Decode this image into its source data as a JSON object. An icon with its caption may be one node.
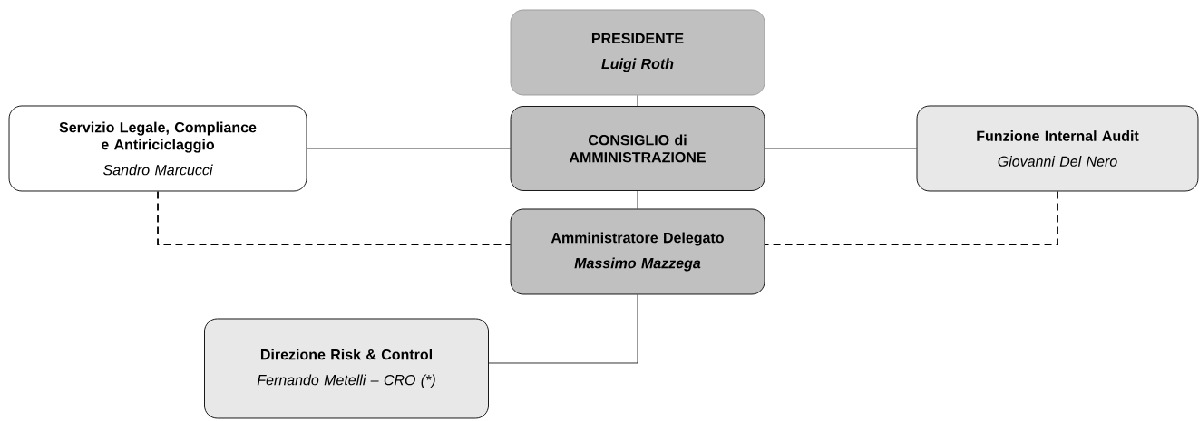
{
  "diagram": {
    "nodes": [
      {
        "text": [
          "PRESIDENTE",
          "Luigi Roth"
        ]
      },
      {
        "text": [
          "CONSIGLIO di AMMINISTRAZIONE"
        ]
      },
      {
        "text": [
          "Servizio Legale, Compliance e Antiriciclaggio",
          "Sandro Marcucci"
        ]
      },
      {
        "text": [
          "Funzione Internal Audit",
          "Giovanni Del Nero"
        ]
      },
      {
        "text": [
          "Amministratore Delegato",
          "Massimo Mazzega"
        ]
      },
      {
        "text": [
          "Direzione Risk & Control",
          "Fernando Metelli – CRO (*)"
        ]
      }
    ],
    "edges": [
      {
        "from": 0,
        "to": 1,
        "arrow": "none"
      },
      {
        "from": 2,
        "to": 1,
        "arrow": "none"
      },
      {
        "from": 1,
        "to": 3,
        "arrow": "none"
      },
      {
        "from": 1,
        "to": 4,
        "arrow": "none"
      },
      {
        "from": 2,
        "to": 4,
        "arrow": "none",
        "style": "dashed"
      },
      {
        "from": 3,
        "to": 4,
        "arrow": "none",
        "style": "dashed"
      },
      {
        "from": 4,
        "to": 5,
        "arrow": "none"
      }
    ]
  }
}
